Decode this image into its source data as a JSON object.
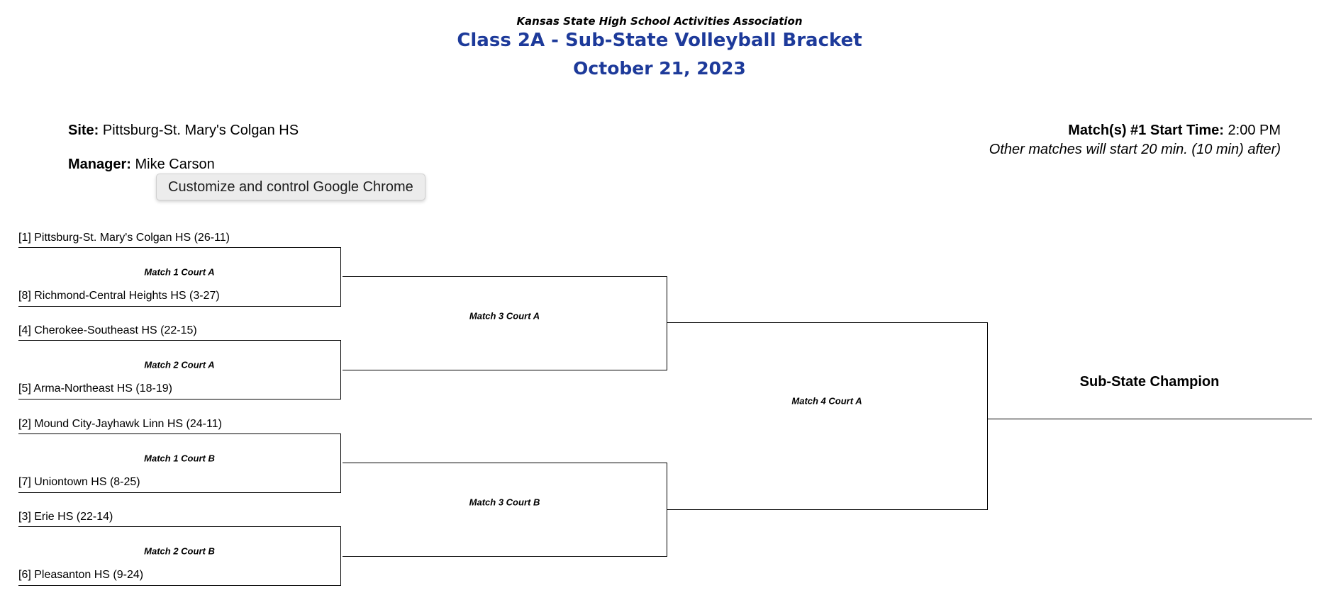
{
  "colors": {
    "title_blue": "#1d3a9a"
  },
  "header": {
    "association": "Kansas State High School Activities Association",
    "title": "Class 2A - Sub-State Volleyball Bracket",
    "date": "October 21, 2023"
  },
  "info": {
    "site_label": "Site:",
    "site_value": " Pittsburg-St. Mary's Colgan HS",
    "manager_label": "Manager:",
    "manager_value": " Mike Carson",
    "start_label": "Match(s) #1 Start Time:",
    "start_value": " 2:00 PM",
    "start_note": "Other matches will start 20 min. (10 min) after)"
  },
  "tooltip": {
    "text": "Customize and control Google Chrome"
  },
  "bracket": {
    "round1": [
      {
        "match_label": "Match 1 Court A",
        "top_team": "[1] Pittsburg-St. Mary's Colgan HS (26-11)",
        "bottom_team": "[8] Richmond-Central Heights HS (3-27)"
      },
      {
        "match_label": "Match 2 Court A",
        "top_team": "[4] Cherokee-Southeast HS (22-15)",
        "bottom_team": "[5] Arma-Northeast HS (18-19)"
      },
      {
        "match_label": "Match 1 Court B",
        "top_team": "[2] Mound City-Jayhawk Linn HS (24-11)",
        "bottom_team": "[7] Uniontown HS (8-25)"
      },
      {
        "match_label": "Match 2 Court B",
        "top_team": "[3] Erie HS (22-14)",
        "bottom_team": "[6] Pleasanton HS (9-24)"
      }
    ],
    "round2": [
      {
        "match_label": "Match 3 Court A"
      },
      {
        "match_label": "Match 3 Court B"
      }
    ],
    "round3": [
      {
        "match_label": "Match 4 Court A"
      }
    ],
    "champion_label": "Sub-State Champion"
  }
}
